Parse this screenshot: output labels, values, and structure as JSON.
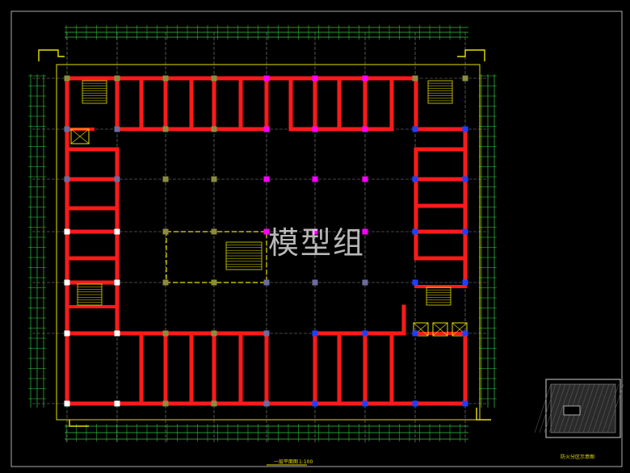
{
  "watermark": "模型组",
  "plan_title": "一层平面图",
  "plan_scale": "1:100",
  "key_plan_title": "防火分区示意图",
  "colors": {
    "background": "#000000",
    "fire_wall": "#ff1a1a",
    "grid_line": "#8a8a8a",
    "dimension_line": "#2ecc40",
    "outline": "#e8e000",
    "column_magenta": "#ff00ff",
    "column_blue": "#1f3fff",
    "column_gray": "#6c6c9c",
    "column_olive": "#8c8c40",
    "column_white": "#ffffff"
  }
}
